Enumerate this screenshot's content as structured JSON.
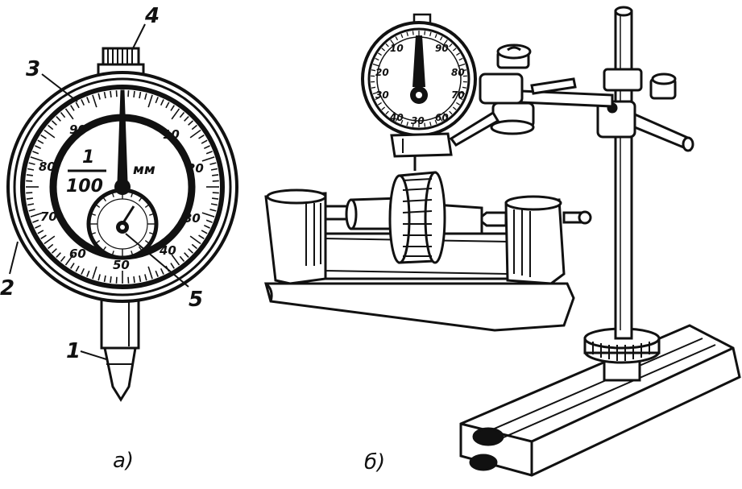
{
  "figure": {
    "part_a": {
      "label": "а)",
      "callouts": [
        "1",
        "2",
        "3",
        "4",
        "5"
      ],
      "dial": {
        "ticks": [
          "10",
          "20",
          "30",
          "40",
          "50",
          "60",
          "70",
          "80",
          "90"
        ],
        "fraction_num": "1",
        "fraction_den": "100",
        "unit": "мм"
      }
    },
    "part_b": {
      "label": "б)",
      "dial": {
        "ticks": [
          "10",
          "90",
          "20",
          "80",
          "30",
          "70",
          "40",
          "30",
          "60"
        ]
      }
    }
  },
  "colors": {
    "ink": "#111111",
    "paper": "#ffffff"
  }
}
